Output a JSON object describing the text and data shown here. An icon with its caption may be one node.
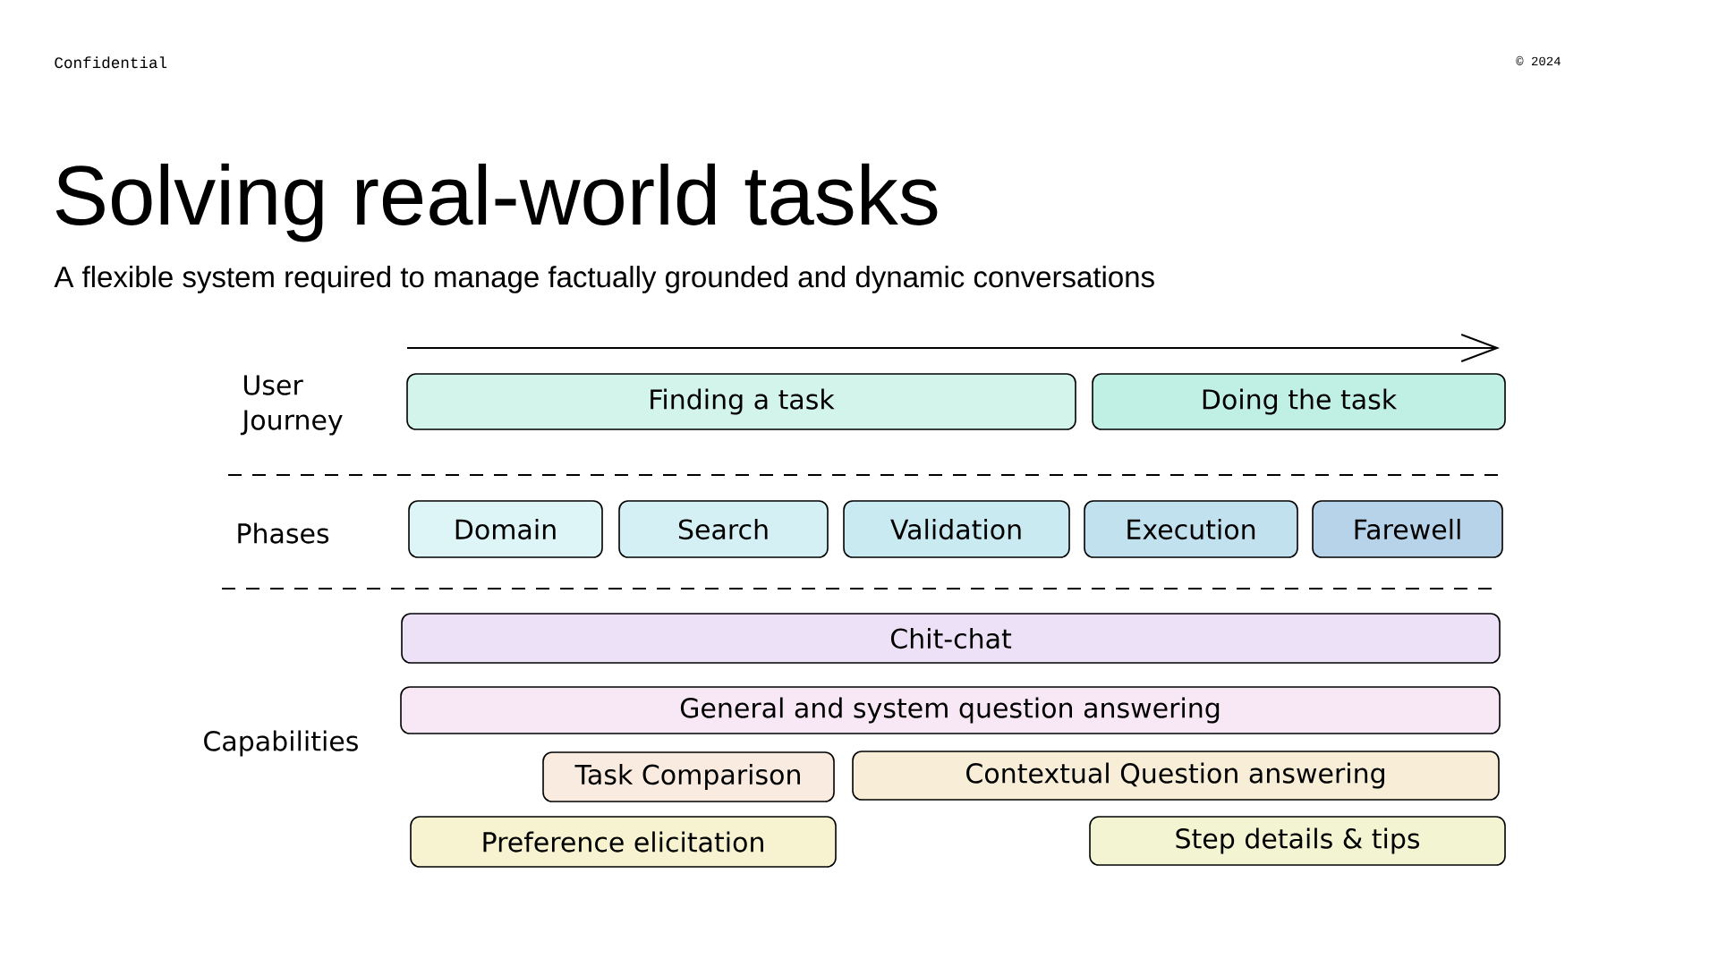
{
  "diagram": {
    "title": "Solving real-world tasks",
    "nodes": [
      {
        "text": [
          "Finding a task"
        ]
      },
      {
        "text": [
          "Doing the task"
        ]
      },
      {
        "text": [
          "Domain"
        ]
      },
      {
        "text": [
          "Search"
        ]
      },
      {
        "text": [
          "Validation"
        ]
      },
      {
        "text": [
          "Execution"
        ]
      },
      {
        "text": [
          "Farewell"
        ]
      },
      {
        "text": [
          "Chit-chat"
        ]
      },
      {
        "text": [
          "General and system question answering"
        ]
      },
      {
        "text": [
          "Task Comparison"
        ]
      },
      {
        "text": [
          "Contextual Question answering"
        ]
      },
      {
        "text": [
          "Preference elicitation"
        ]
      },
      {
        "text": [
          "Step details & tips"
        ]
      }
    ],
    "labels": [
      "Confidential",
      "© 2024",
      "A flexible system required to manage factually grounded and dynamic conversations",
      "User Journey",
      "Phases",
      "Capabilities"
    ]
  }
}
